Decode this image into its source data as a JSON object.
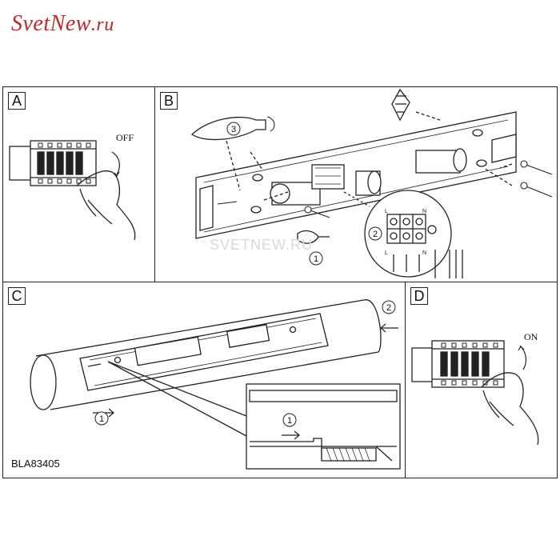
{
  "logo": {
    "part1": "Svet",
    "part2": "New",
    "part3": ".ru"
  },
  "panels": {
    "a": "A",
    "b": "B",
    "c": "C",
    "d": "D"
  },
  "switch_labels": {
    "off": "OFF",
    "on": "ON"
  },
  "terminal_labels": {
    "l": "L",
    "n": "N"
  },
  "steps": {
    "one": "1",
    "two": "2",
    "three": "3"
  },
  "watermark": "SVETNEW.RU",
  "model_code": "BLA83405",
  "colors": {
    "logo": "#c0282a",
    "line": "#222222"
  }
}
